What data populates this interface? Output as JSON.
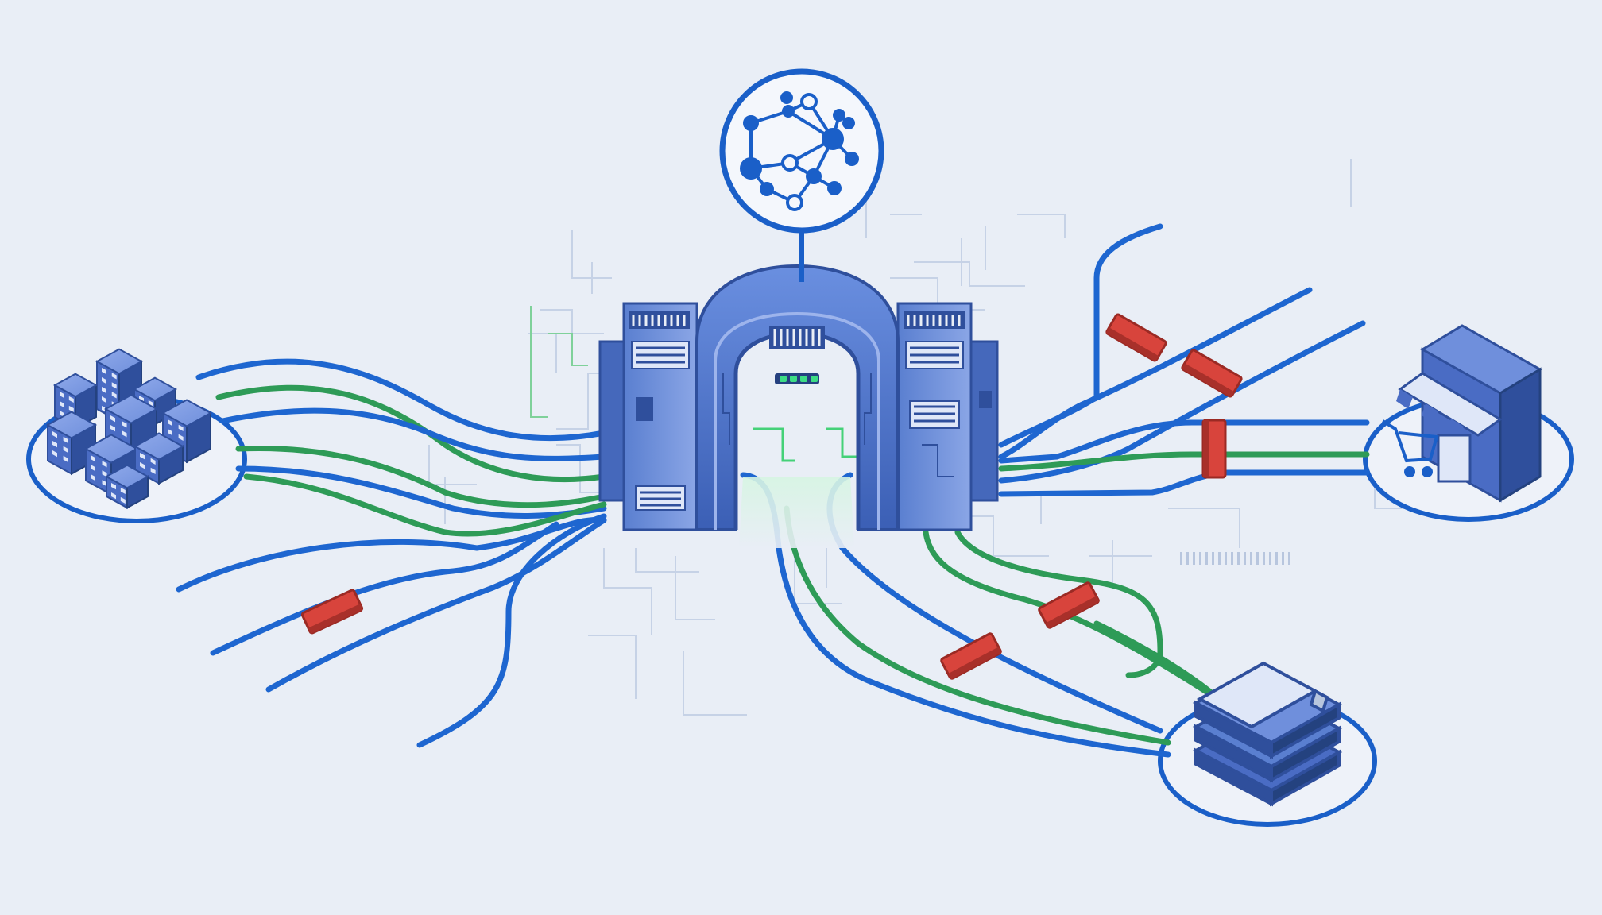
{
  "colors": {
    "background": "#e9eef6",
    "link_blue": "#1e66d0",
    "link_green": "#2e9b57",
    "node_ring": "#1a5fc8",
    "block_red": "#d8443c",
    "gateway_body": "#4a72c9",
    "gateway_dark": "#2f4f9c",
    "status_led": "#3ddc84",
    "circuit_faint": "#c3cfe2"
  },
  "diagram": {
    "hub": {
      "name": "gateway",
      "icon": "server-gateway-icon"
    },
    "intelligence_node": {
      "icon": "neural-network-icon"
    },
    "endpoints": [
      {
        "name": "office-buildings",
        "icon": "buildings-icon"
      },
      {
        "name": "storefront",
        "icon": "store-cart-icon"
      },
      {
        "name": "document-stack",
        "icon": "stacked-files-icon"
      }
    ],
    "link_types": [
      "blue",
      "green"
    ],
    "blocked_link_count": 6,
    "blocker_icon": "barrier-icon"
  }
}
